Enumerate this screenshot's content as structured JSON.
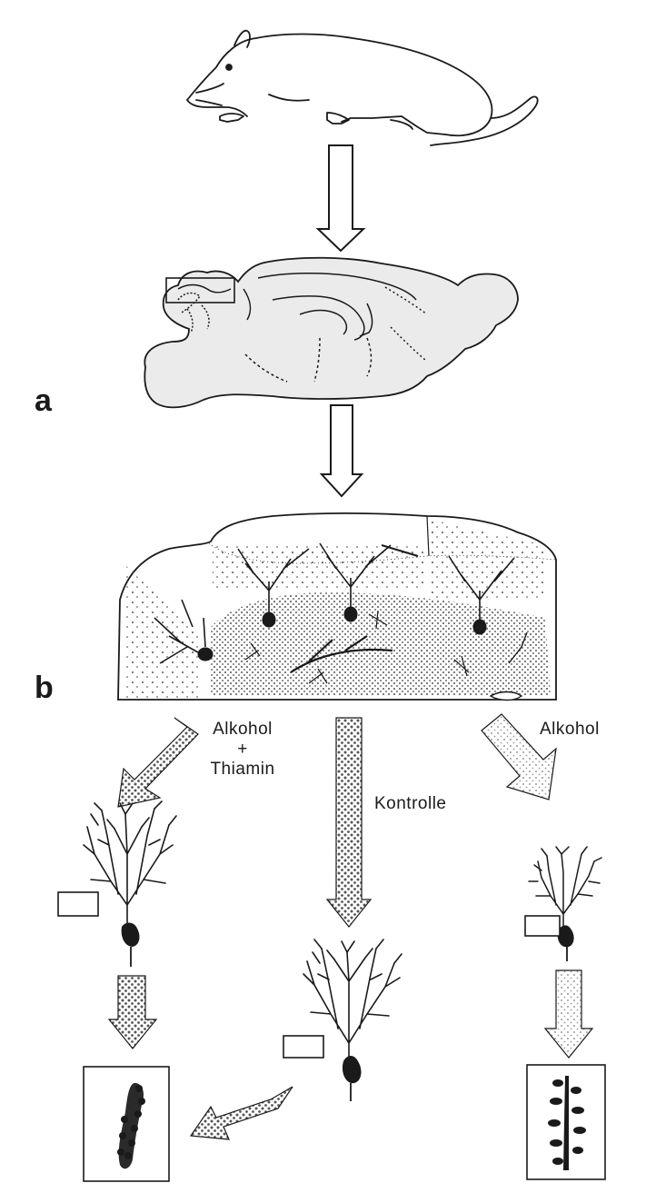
{
  "panel_labels": {
    "a": "a",
    "b": "b"
  },
  "arrow_labels": {
    "alcohol_thiamine_line1": "Alkohol",
    "alcohol_thiamine_plus": "+",
    "alcohol_thiamine_line2": "Thiamin",
    "control": "Kontrolle",
    "alcohol": "Alkohol"
  },
  "icons": {
    "animal": "rat-icon",
    "organ": "brain-sagittal-icon",
    "tissue": "cerebellar-cortex-section-icon",
    "cell": "purkinje-neuron-icon",
    "detail": "dendrite-spine-detail-icon"
  },
  "colors": {
    "ink": "#1a1a1a",
    "brain_fill": "#ebebeb",
    "stipple": "#555555",
    "light_stipple": "#9a9a9a"
  }
}
